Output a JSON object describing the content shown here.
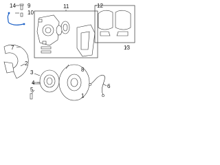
{
  "callouts": {
    "n1": "1",
    "n2": "2",
    "n3": "3",
    "n4": "4",
    "n5": "5",
    "n6": "6",
    "n7": "7",
    "n8": "8",
    "n9": "9",
    "n10": "10",
    "n11": "11",
    "n12": "12",
    "n13": "13",
    "n14": "14"
  },
  "highlight_color": "#1a5fc6"
}
